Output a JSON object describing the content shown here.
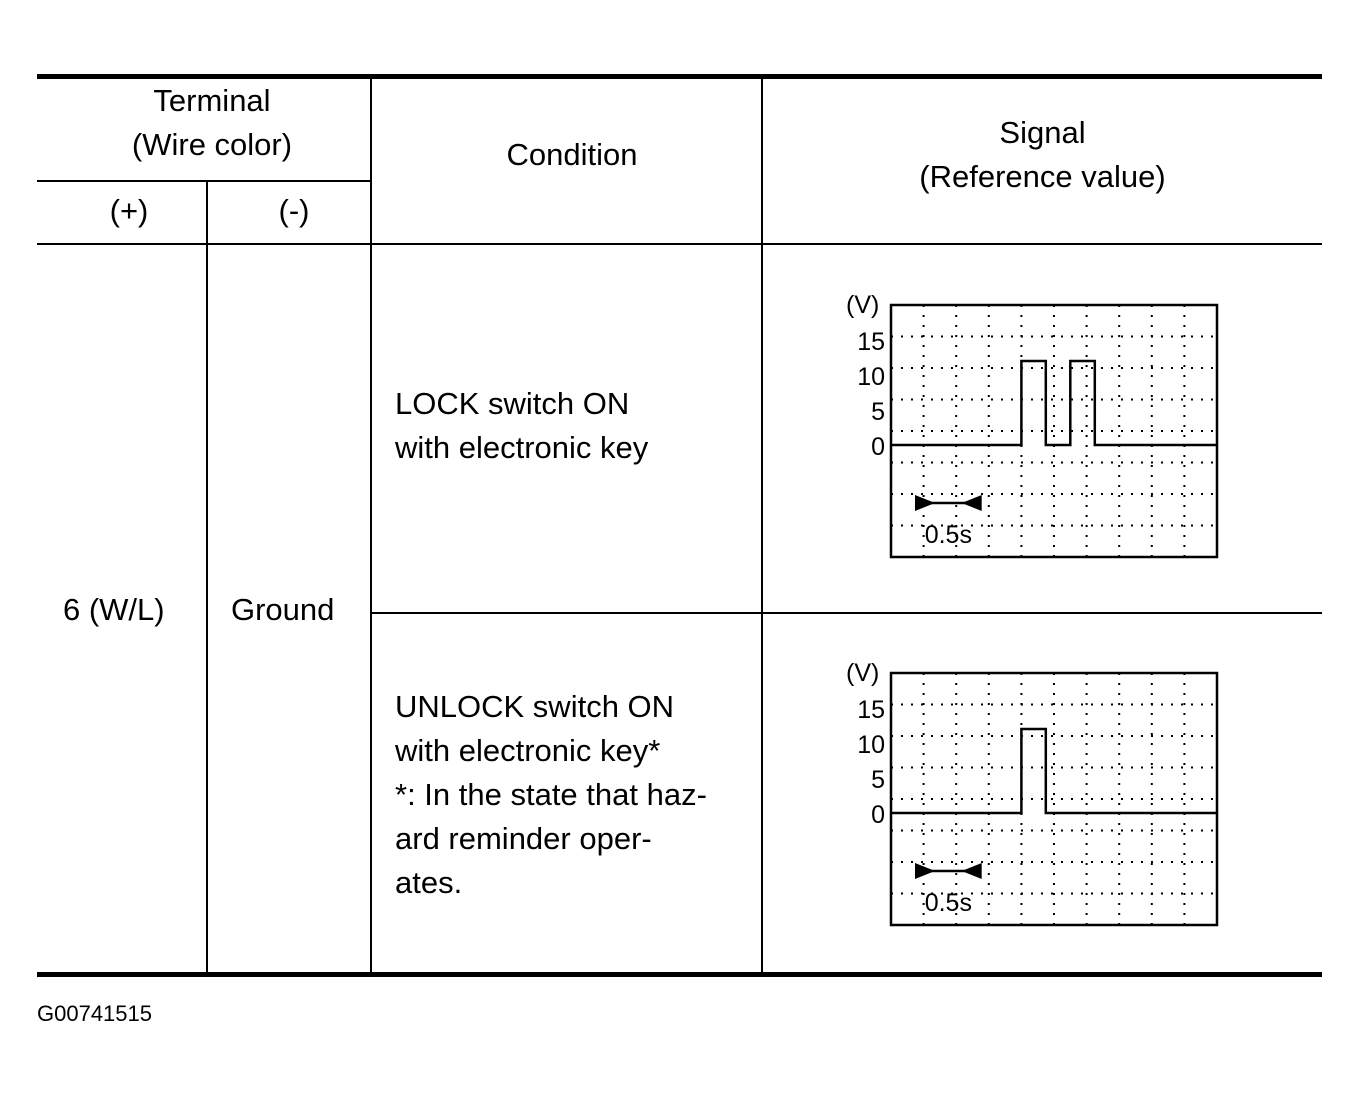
{
  "header": {
    "terminal": "Terminal",
    "wire_color": "(Wire color)",
    "plus": "(+)",
    "minus": "(-)",
    "condition": "Condition",
    "signal": "Signal",
    "reference": "(Reference value)"
  },
  "row": {
    "terminal_plus": "6 (W/L)",
    "terminal_minus": "Ground"
  },
  "conditions": [
    {
      "lines": [
        "LOCK switch ON",
        "with electronic key"
      ]
    },
    {
      "lines": [
        "UNLOCK switch ON",
        "with electronic key*",
        "*: In the state that haz-",
        "ard reminder oper-",
        "ates."
      ]
    }
  ],
  "chart_data": [
    {
      "type": "line",
      "unit_label": "(V)",
      "y_ticks": [
        "15",
        "10",
        "5",
        "0"
      ],
      "ylim": [
        -16,
        20
      ],
      "time_scale_label": "0.5s",
      "time_scale_value": 0.5,
      "x": [
        0,
        0.8,
        0.8,
        0.95,
        0.95,
        1.1,
        1.1,
        1.25,
        1.25,
        2.0
      ],
      "y": [
        0,
        0,
        12,
        12,
        0,
        0,
        12,
        12,
        0,
        0
      ],
      "grid": true
    },
    {
      "type": "line",
      "unit_label": "(V)",
      "y_ticks": [
        "15",
        "10",
        "5",
        "0"
      ],
      "ylim": [
        -16,
        20
      ],
      "time_scale_label": "0.5s",
      "time_scale_value": 0.5,
      "x": [
        0,
        0.8,
        0.8,
        0.95,
        0.95,
        2.0
      ],
      "y": [
        0,
        0,
        12,
        12,
        0,
        0
      ],
      "grid": true
    }
  ],
  "footer": {
    "code": "G00741515"
  }
}
